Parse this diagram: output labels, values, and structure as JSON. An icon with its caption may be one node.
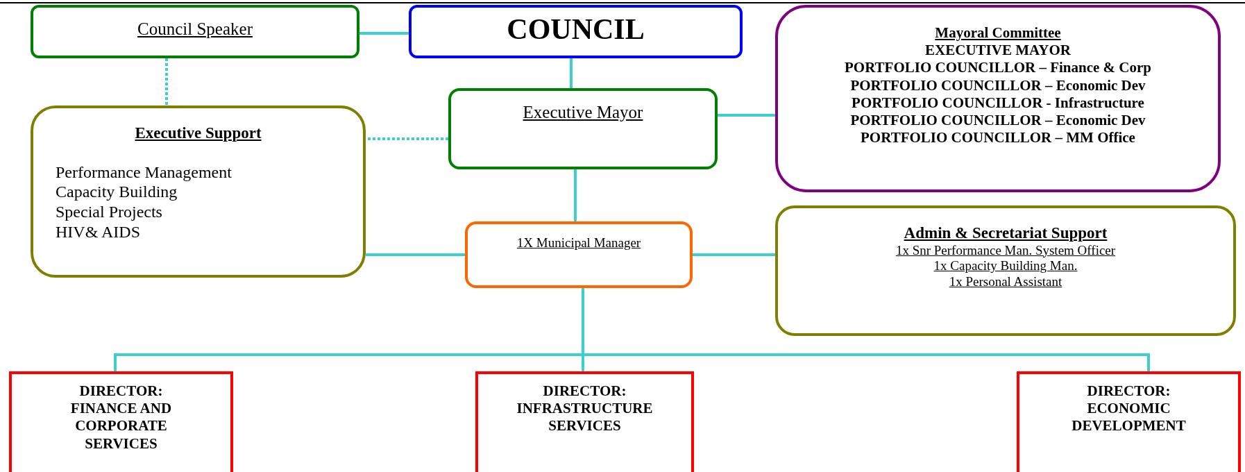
{
  "diagram": {
    "nodes": [
      {
        "text": [
          "Council Speaker"
        ]
      },
      {
        "text": [
          "COUNCIL"
        ]
      },
      {
        "text": [
          "Mayoral Committee",
          "EXECUTIVE MAYOR",
          "PORTFOLIO COUNCILLOR – Finance & Corp",
          "PORTFOLIO COUNCILLOR – Economic Dev",
          "PORTFOLIO COUNCILLOR - Infrastructure",
          "PORTFOLIO COUNCILLOR – Economic Dev",
          "PORTFOLIO COUNCILLOR – MM Office"
        ]
      },
      {
        "text": [
          "Executive Support",
          "Performance Management",
          "Capacity Building",
          "Special Projects",
          "HIV& AIDS"
        ]
      },
      {
        "text": [
          "Executive Mayor"
        ]
      },
      {
        "text": [
          "1X Municipal Manager"
        ]
      },
      {
        "text": [
          "Admin & Secretariat Support",
          "1x Snr Performance Man. System Officer",
          "1x Capacity Building Man.",
          "1x Personal Assistant"
        ]
      },
      {
        "text": [
          "DIRECTOR: FINANCE AND CORPORATE SERVICES"
        ]
      },
      {
        "text": [
          "DIRECTOR: INFRASTRUCTURE SERVICES"
        ]
      },
      {
        "text": [
          "DIRECTOR: ECONOMIC DEVELOPMENT"
        ]
      }
    ],
    "edges": [
      {
        "from": 0,
        "to": 1,
        "arrow": "none"
      },
      {
        "from": 1,
        "to": 4,
        "arrow": "none"
      },
      {
        "from": 0,
        "to": 3,
        "arrow": "none",
        "style": "dashed"
      },
      {
        "from": 4,
        "to": 3,
        "arrow": "none",
        "style": "dashed"
      },
      {
        "from": 4,
        "to": 2,
        "arrow": "none"
      },
      {
        "from": 4,
        "to": 5,
        "arrow": "none"
      },
      {
        "from": 5,
        "to": 3,
        "arrow": "none"
      },
      {
        "from": 5,
        "to": 6,
        "arrow": "none"
      },
      {
        "from": 5,
        "to": 7,
        "arrow": "none"
      },
      {
        "from": 5,
        "to": 8,
        "arrow": "none"
      },
      {
        "from": 5,
        "to": 9,
        "arrow": "none"
      }
    ]
  }
}
